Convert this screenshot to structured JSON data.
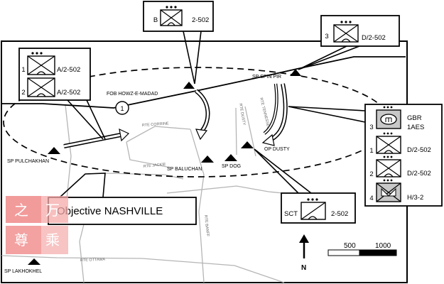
{
  "map": {
    "objective_label": "Objective NASHVILLE",
    "points": {
      "fob": "FOB HOWZ-E-MADAD",
      "sp_spin_pir": "SP SPIN PIR",
      "sp_pulchakhan": "SP PULCHAKHAN",
      "sp_baluchan": "SP BALUCHAN",
      "sp_dog": "SP DOG",
      "op_dusty": "OP DUSTY",
      "sp_lakhokhel": "SP LAKHOKHEL"
    },
    "routes": {
      "corrine": "RTE CORRINE",
      "jackie": "RTE JACKIE",
      "dusty": "RTE DUSTY",
      "tennessee": "RTE TENNESSEE",
      "banff": "RTE BANFF",
      "ottawa": "RTE OTTAWA"
    },
    "phase_line_number": "1",
    "north_label": "N",
    "scale": {
      "label_500": "500",
      "label_1000": "1000"
    },
    "watermark": {
      "chars": [
        "之",
        "万",
        "尊",
        "乘"
      ]
    }
  },
  "callouts": {
    "top_center": {
      "units": [
        {
          "prefix": "B",
          "designation": "2-502"
        }
      ]
    },
    "top_right": {
      "units": [
        {
          "prefix": "3",
          "designation": "D/2-502"
        }
      ]
    },
    "left": {
      "units": [
        {
          "prefix": "1",
          "designation": "A/2-502"
        },
        {
          "prefix": "2",
          "designation": "A/2-502"
        }
      ]
    },
    "right": {
      "units": [
        {
          "prefix": "3",
          "designation_line1": "GBR",
          "designation_line2": "1AES"
        },
        {
          "prefix": "1",
          "designation": "D/2-502"
        },
        {
          "prefix": "2",
          "designation": "D/2-502"
        },
        {
          "prefix": "4",
          "designation": "H/3-2"
        }
      ]
    },
    "bottom": {
      "units": [
        {
          "prefix": "SCT",
          "designation": "2-502"
        }
      ]
    }
  }
}
